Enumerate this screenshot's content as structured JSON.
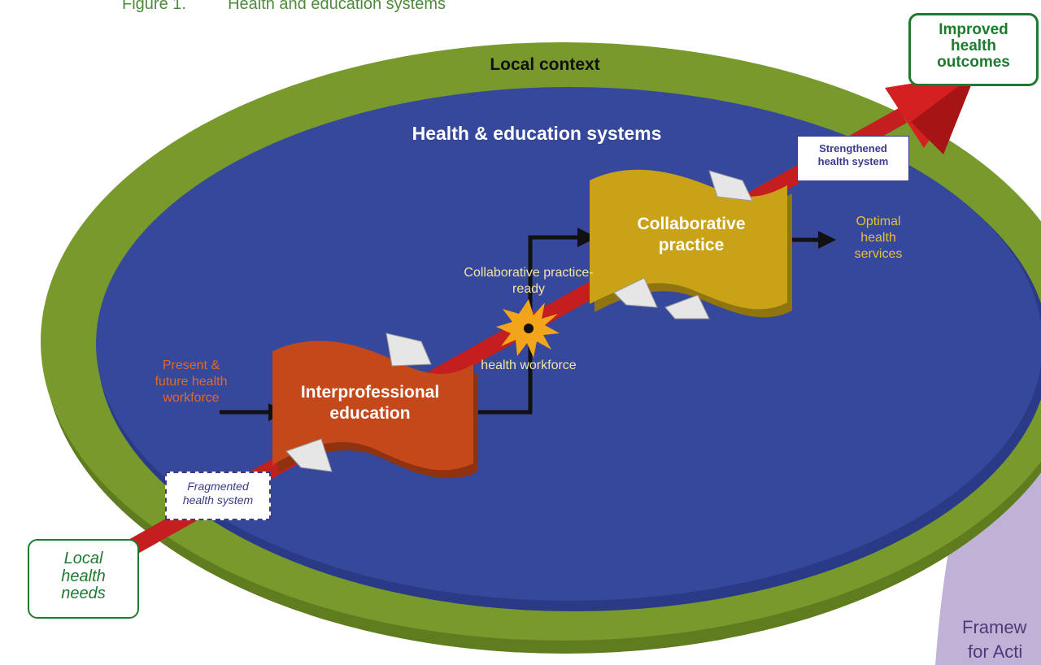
{
  "caption": {
    "figure_number": "Figure 1.",
    "title": "Health and education systems"
  },
  "outer_ring_label": "Local context",
  "inner_label": "Health & education systems",
  "outcome_box": "Improved health outcomes",
  "needs_box": "Local health needs",
  "fragmented_box": "Fragmented health system",
  "strengthened_box": "Strengthened health system",
  "workforce_input": "Present & future health workforce",
  "ipe_label": "Interprofessional education",
  "cp_label": "Collaborative practice",
  "ready_top": "Collaborative practice-ready",
  "ready_bottom": "health workforce",
  "optimal_label": "Optimal health services",
  "corner_text_line1": "Framew",
  "corner_text_line2": "for Acti",
  "colors": {
    "outer_ring": "#78992c",
    "outer_ring_shadow": "#5f7d1f",
    "inner_field": "#36489c",
    "red_arrow": "#c41e1e",
    "ipe_banner": "#c4481a",
    "cp_banner": "#c9a218",
    "orange_text": "#e06a2a",
    "gold_text": "#e6c034",
    "green_text": "#1e7a2e",
    "navy_text": "#3a3a8c",
    "lavender": "#c0b2d6",
    "caption_green": "#4f8a3c"
  }
}
